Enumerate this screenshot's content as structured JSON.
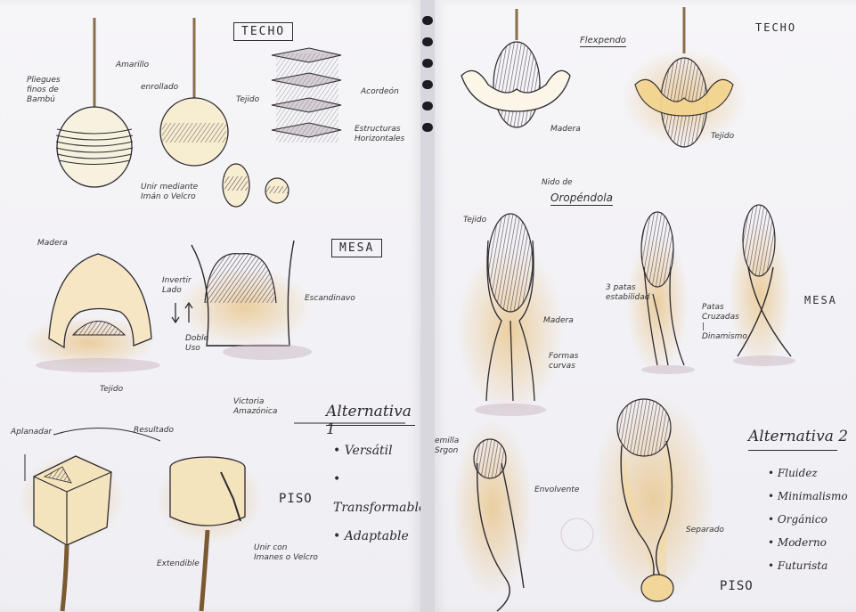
{
  "left_page": {
    "techo": {
      "heading": "TECHO",
      "notes": {
        "pliegues": "Pliegues\nfinos de\nBambú",
        "amarillo": "Amarillo",
        "enrollado": "enrollado",
        "tejido": "Tejido",
        "acordeon": "Acordeón",
        "estructuras": "Estructuras\nHorizontales",
        "unir": "Unir mediante\nImán o Velcro"
      }
    },
    "mesa": {
      "heading": "MESA",
      "notes": {
        "madera": "Madera",
        "invertir": "Invertir\nLado",
        "doble_uso": "Doble\nUso",
        "escandinavo": "Escandinavo",
        "tejido": "Tejido"
      }
    },
    "piso": {
      "heading": "PISO",
      "notes": {
        "aplanadar": "Aplanadar",
        "resultado": "Resultado",
        "victoria": "Victoria\nAmazónica",
        "extendible": "Extendible",
        "unir_con": "Unir con\nImanes o Velcro"
      }
    },
    "alternative": {
      "title": "Alternativa 1",
      "items": [
        "Versátil",
        "Transformable",
        "Adaptable"
      ]
    }
  },
  "right_page": {
    "techo": {
      "heading": "TECHO",
      "notes": {
        "flexpendo": "Flexpendo",
        "madera": "Madera",
        "tejido": "Tejido"
      }
    },
    "mesa": {
      "heading": "MESA",
      "notes": {
        "nido": "Nido de",
        "oropendola": "Oropéndola",
        "tejido": "Tejido",
        "madera": "Madera",
        "formas_curvas": "Formas\ncurvas",
        "tres_patas": "3 patas\nestabilidad",
        "patas_cruzadas": "Patas\nCruzadas\n|\nDinamismo"
      }
    },
    "piso": {
      "heading": "PISO",
      "notes": {
        "semilla": "emilla\nSrgon",
        "envolvente": "Envolvente",
        "separado": "Separado"
      }
    },
    "alternative": {
      "title": "Alternativa 2",
      "items": [
        "Fluidez",
        "Minimalismo",
        "Orgánico",
        "Moderno",
        "Futurista"
      ]
    }
  },
  "colors": {
    "ink": "#2d2a30",
    "ochre": "#e5b25a",
    "ochre_light": "#f3d79a",
    "paper": "#f4f2f6",
    "shadow": "#c9b7c4"
  }
}
